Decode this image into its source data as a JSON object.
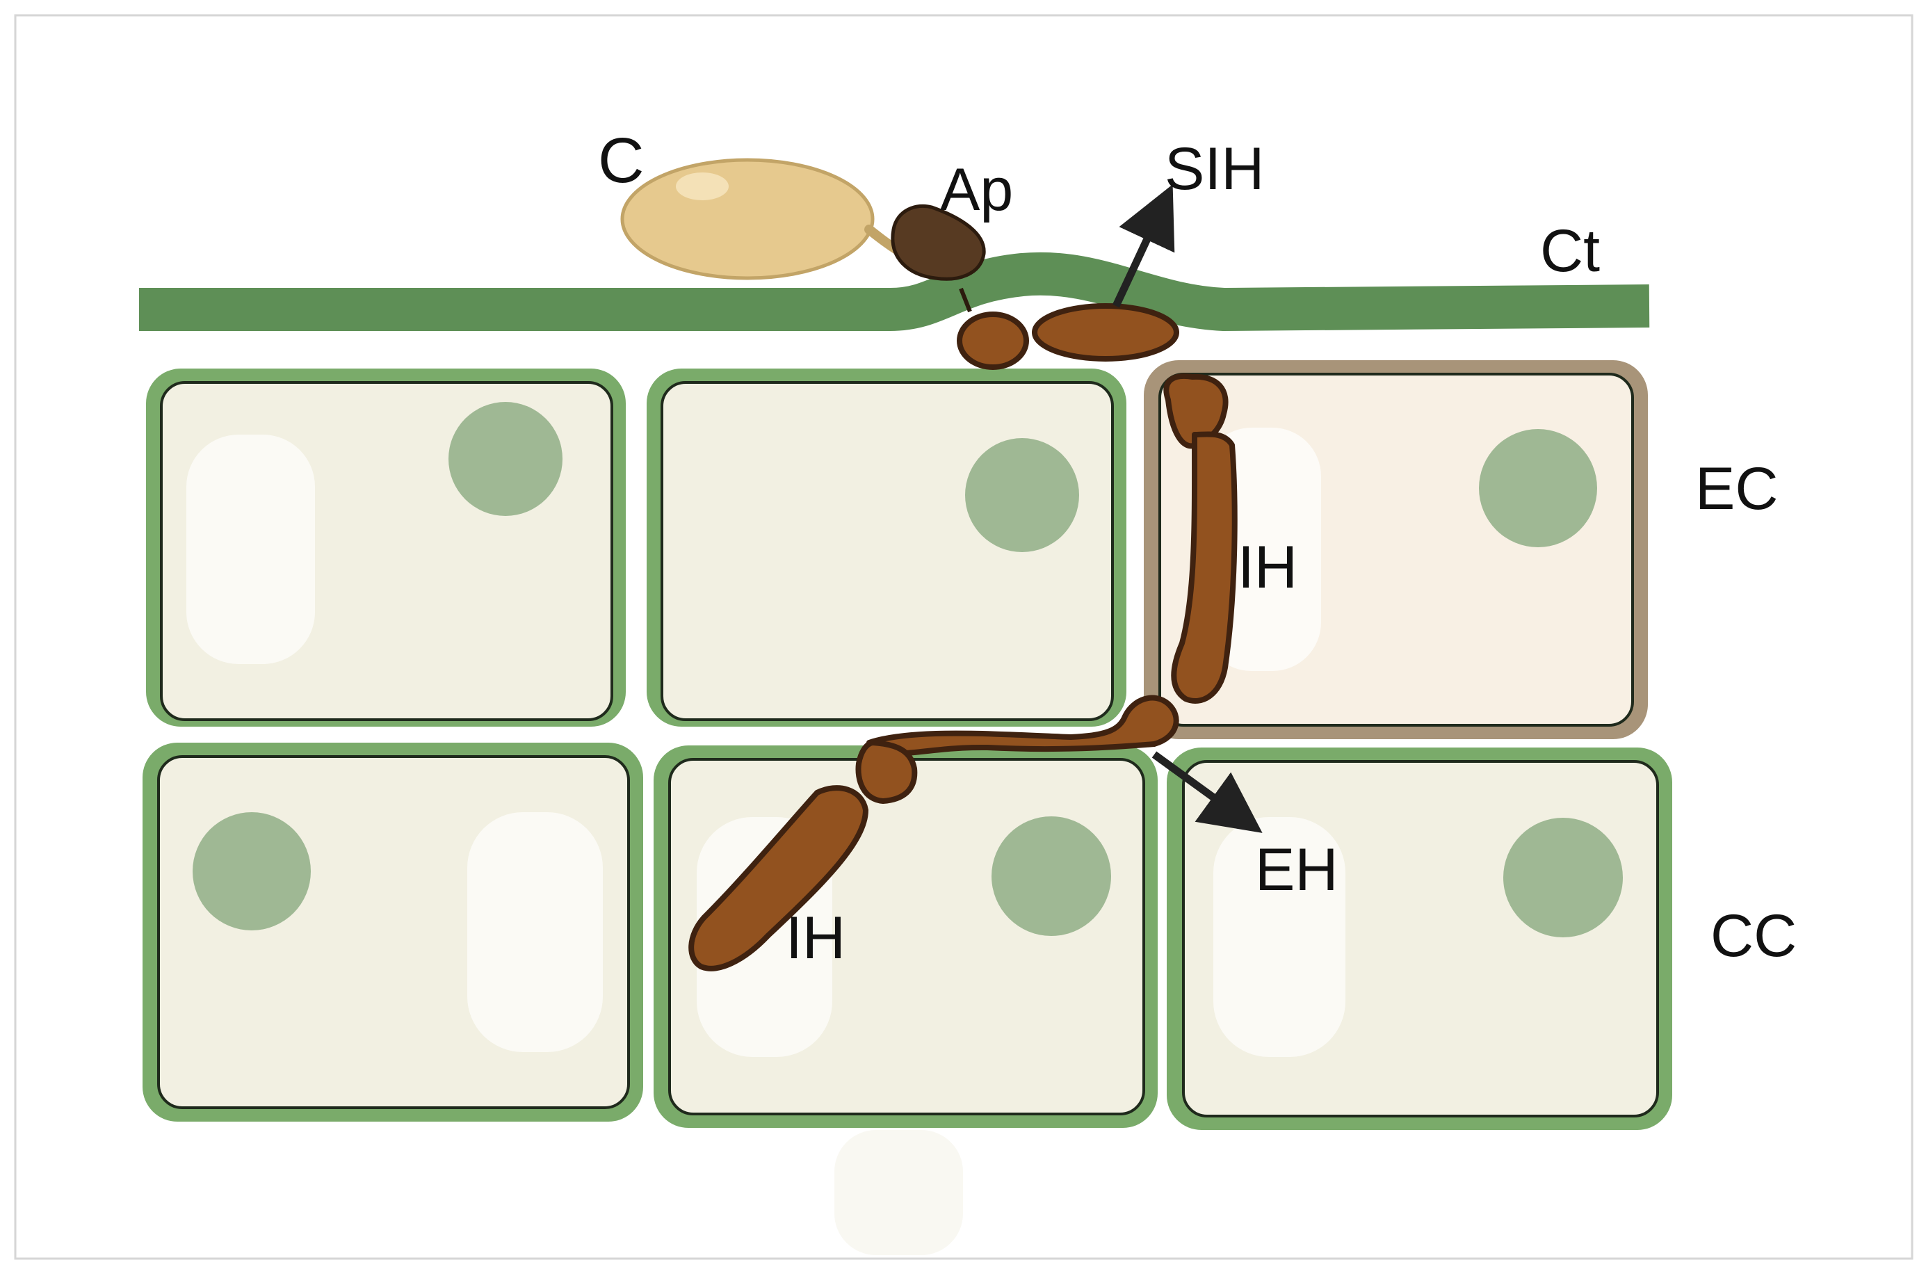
{
  "labels": {
    "conidium": "C",
    "appressorium": "Ap",
    "subcuticular_hyphae": "SIH",
    "cuticle": "Ct",
    "epidermal_cells": "EC",
    "invasive_hyphae_epidermal": "IH",
    "extracellular_hyphae": "EH",
    "invasive_hyphae_cortical": "IH",
    "cortical_cells": "CC"
  },
  "colors": {
    "background": "#ffffff",
    "frame": "#d6d6d6",
    "cuticle": "#5e8f56",
    "cell_wall": "#7aab6a",
    "cell_outline": "#1f2a1c",
    "cell_fill": "#f2f0e2",
    "infected_wall": "#a89479",
    "infected_fill": "#f8f0e4",
    "nucleus": "#9fb894",
    "vacuole": "#fbfaf5",
    "conidium": "#e6c98e",
    "conidium_outline": "#c2a467",
    "appressorium": "#573a22",
    "hyphae": "#92521f",
    "hyphae_outline": "#3f2210",
    "arrow": "#222222"
  }
}
